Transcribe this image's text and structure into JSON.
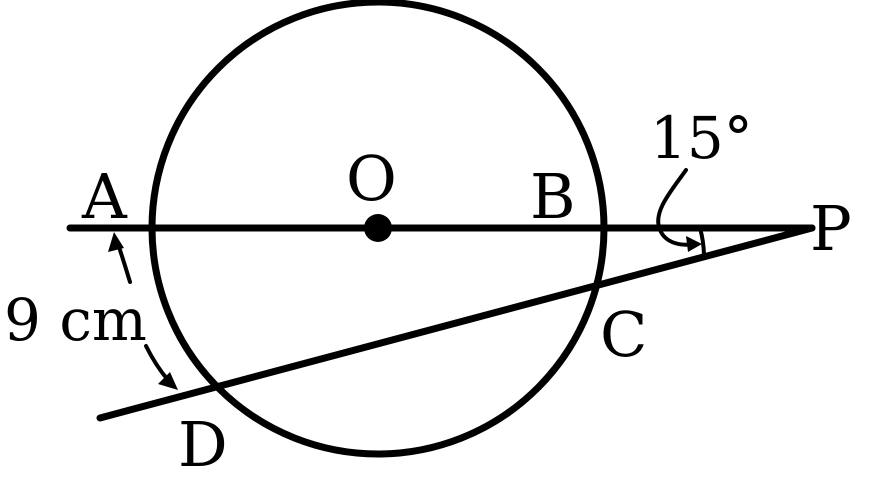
{
  "points": {
    "A": "A",
    "O": "O",
    "B": "B",
    "P": "P",
    "C": "C",
    "D": "D"
  },
  "angle_label": "15°",
  "length_label": "9 cm",
  "colors": {
    "stroke": "#000000",
    "background": "#ffffff"
  }
}
